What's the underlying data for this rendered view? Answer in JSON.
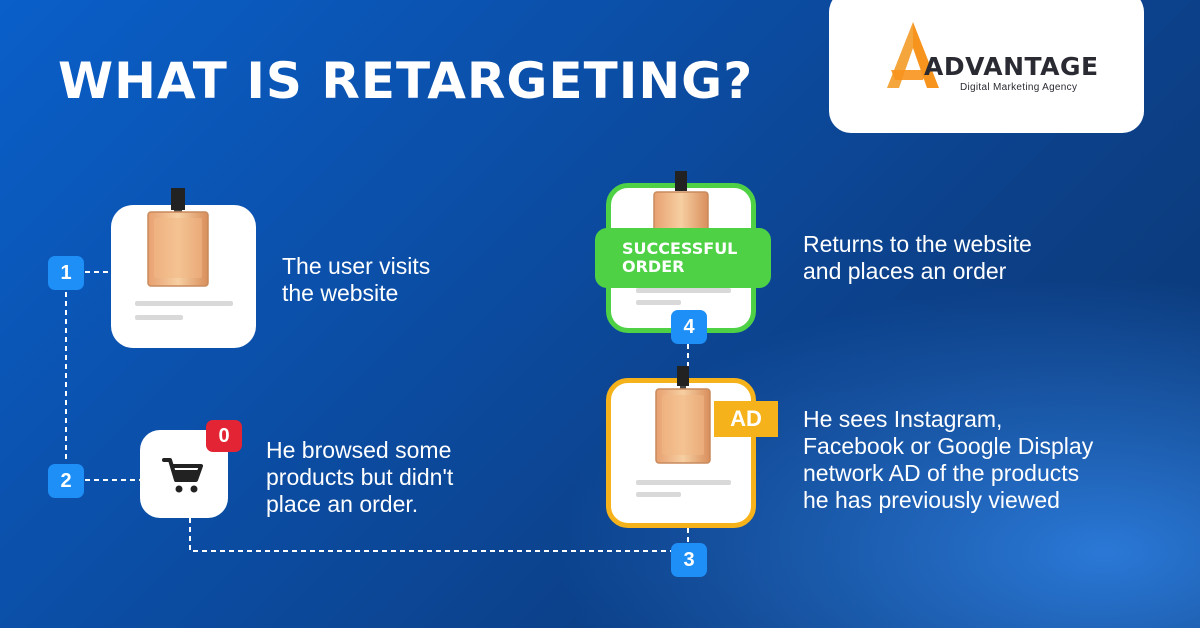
{
  "title": "WHAT IS RETARGETING?",
  "logo": {
    "name": "ADVANTAGE",
    "tagline": "Digital Marketing Agency",
    "colors": {
      "orange": "#f7941d",
      "dark": "#2a2a33"
    }
  },
  "steps": [
    {
      "number": "1",
      "text_lines": [
        "The user visits",
        "the website"
      ]
    },
    {
      "number": "2",
      "text_lines": [
        "He browsed some",
        "products but didn't",
        "place an order."
      ]
    },
    {
      "number": "3",
      "text_lines": [
        "He sees Instagram,",
        "Facebook or Google Display",
        "network AD of the products",
        "he has previously viewed"
      ]
    },
    {
      "number": "4",
      "text_lines": [
        "Returns to the website",
        "and places an order"
      ]
    }
  ],
  "cart": {
    "count": "0",
    "icon": "shopping-cart-icon"
  },
  "success_label": "SUCCESSFUL\nORDER",
  "ad_label": "AD",
  "colors": {
    "step_badge": "#1e8ff6",
    "cart_badge": "#e32434",
    "success": "#4fd146",
    "ad": "#f6b21a",
    "background": "#0b4fa8"
  }
}
